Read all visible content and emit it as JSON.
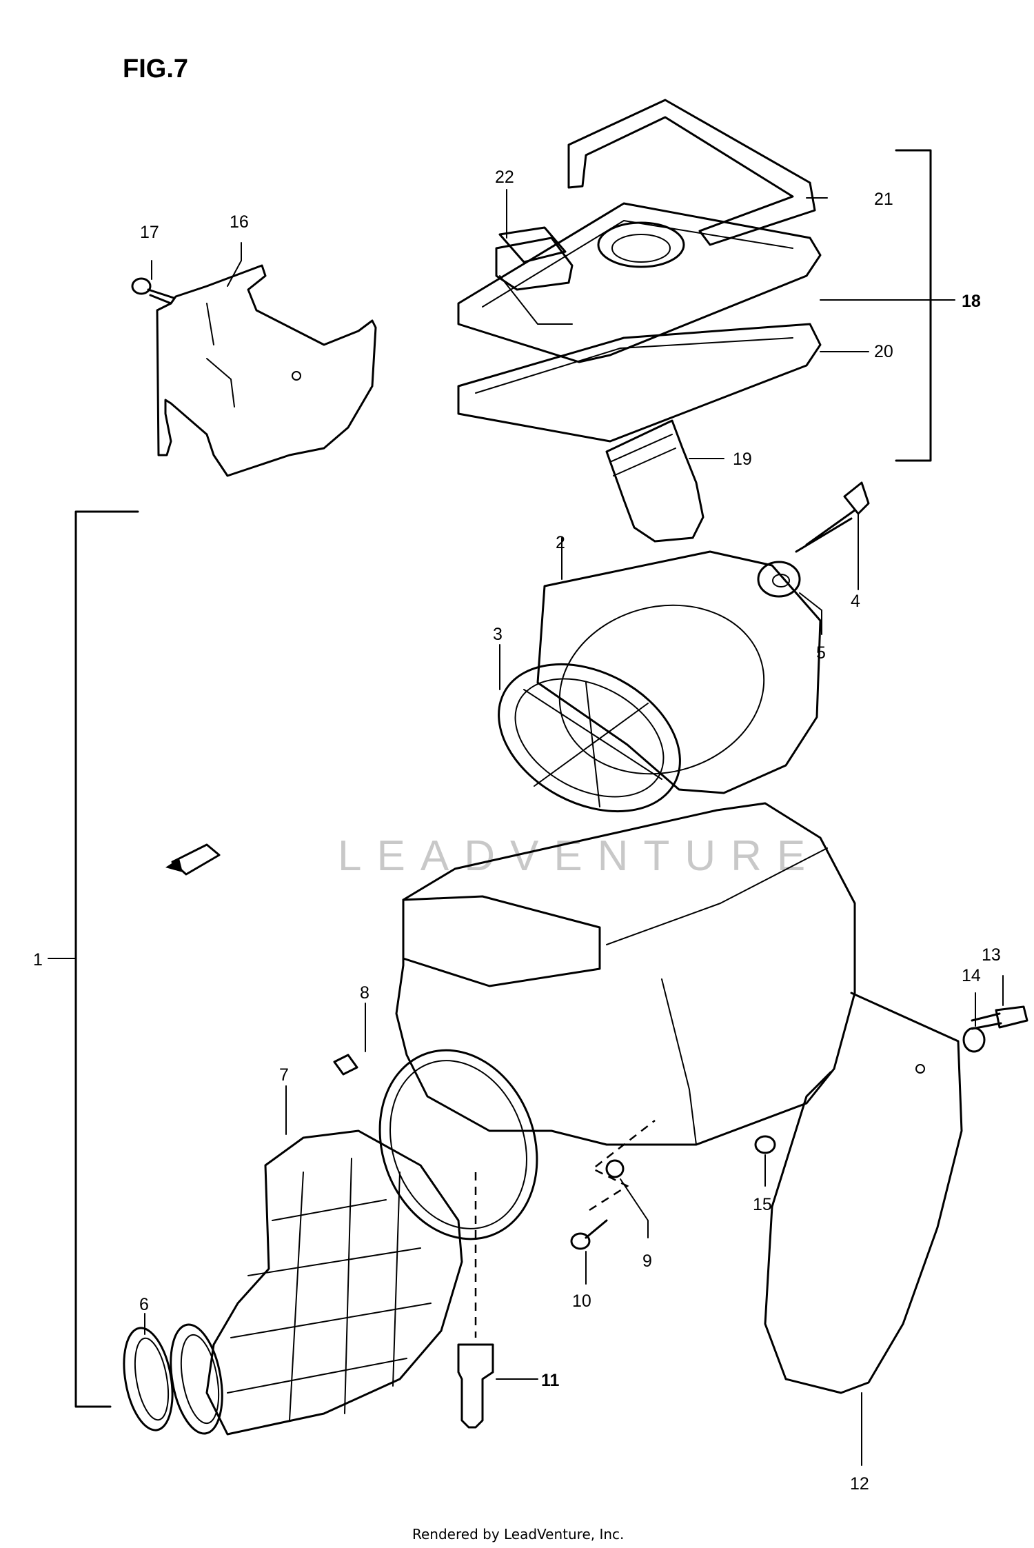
{
  "figure": {
    "label": "FIG.7"
  },
  "watermark": {
    "text": "LEADVENTURE"
  },
  "footer": {
    "credit": "Rendered by LeadVenture, Inc."
  },
  "callouts": {
    "p1": "1",
    "p2": "2",
    "p3": "3",
    "p4": "4",
    "p5": "5",
    "p6": "6",
    "p7": "7",
    "p8": "8",
    "p9": "9",
    "p10": "10",
    "p11": "11",
    "p12": "12",
    "p13": "13",
    "p14": "14",
    "p15": "15",
    "p16": "16",
    "p17": "17",
    "p18": "18",
    "p19": "19",
    "p20": "20",
    "p21": "21",
    "p22": "22"
  },
  "colors": {
    "ink": "#000000",
    "paper": "#ffffff",
    "watermark": "#c8c8c8"
  }
}
